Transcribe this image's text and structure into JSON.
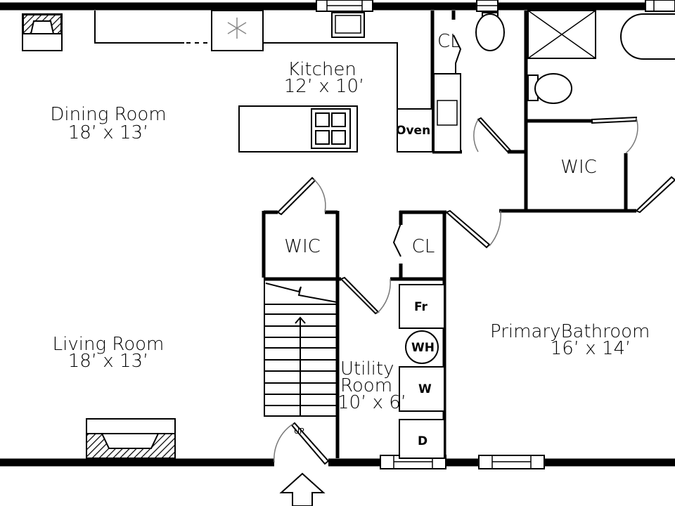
{
  "rooms": {
    "dining": {
      "name": "Dining Room",
      "size": "18’ x 13’"
    },
    "kitchen": {
      "name": "Kitchen",
      "size": "12’ x 10’"
    },
    "living": {
      "name": "Living Room",
      "size": "18’ x 13’"
    },
    "utility": {
      "name_line1": "Utility",
      "name_line2": "Room",
      "size": "10’ x 6’"
    },
    "primary_bath": {
      "name": "PrimaryBathroom",
      "size": "16’ x 14’"
    },
    "wic_upper": {
      "name": "WIC"
    },
    "wic_stair": {
      "name": "WIC"
    },
    "cl_upper": {
      "name": "CL"
    },
    "cl_utility": {
      "name": "CL"
    }
  },
  "fixtures": {
    "oven": "Oven",
    "freezer": "Fr",
    "water_heater": "WH",
    "washer": "W",
    "dryer": "D",
    "stairs": "UP"
  }
}
